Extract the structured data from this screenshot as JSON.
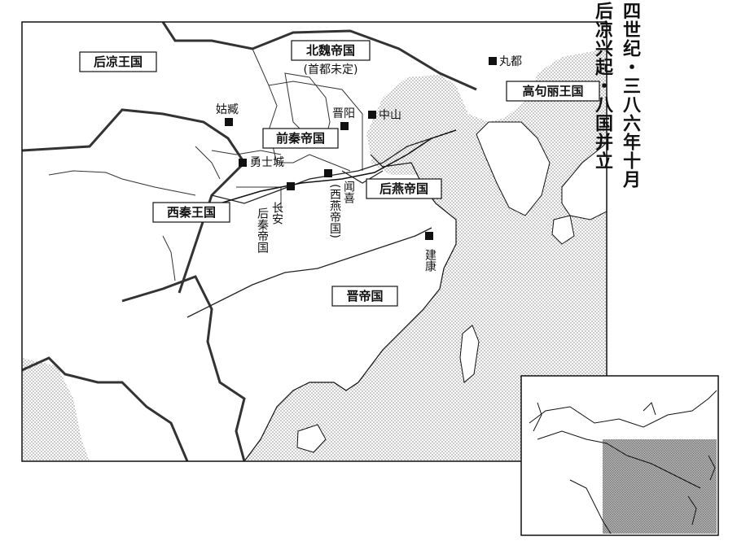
{
  "title_lines": [
    "四世纪・三八六年十月",
    "后凉兴起・八国并立"
  ],
  "states": {
    "later_liang": "后凉王国",
    "northern_wei": "北魏帝国",
    "northern_wei_note": "(首都未定)",
    "goguryeo": "高句丽王国",
    "former_qin": "前秦帝国",
    "western_qin": "西秦王国",
    "later_yan": "后燕帝国",
    "jin": "晋帝国"
  },
  "cities": {
    "gucang": "姑臧",
    "jinyang": "晋阳",
    "zhongshan": "中山",
    "wandu": "丸都",
    "yongshicheng": "勇士城",
    "changan": "长安",
    "later_qin_capital": "后秦帝国",
    "wenxi": "闻喜",
    "western_yan_capital": "(西燕帝国)",
    "jiankang": "建康"
  },
  "colors": {
    "ink": "#111111",
    "sea_dots": "#8a8a8a",
    "inset_shade": "#9a9a9a",
    "paper": "#ffffff"
  }
}
